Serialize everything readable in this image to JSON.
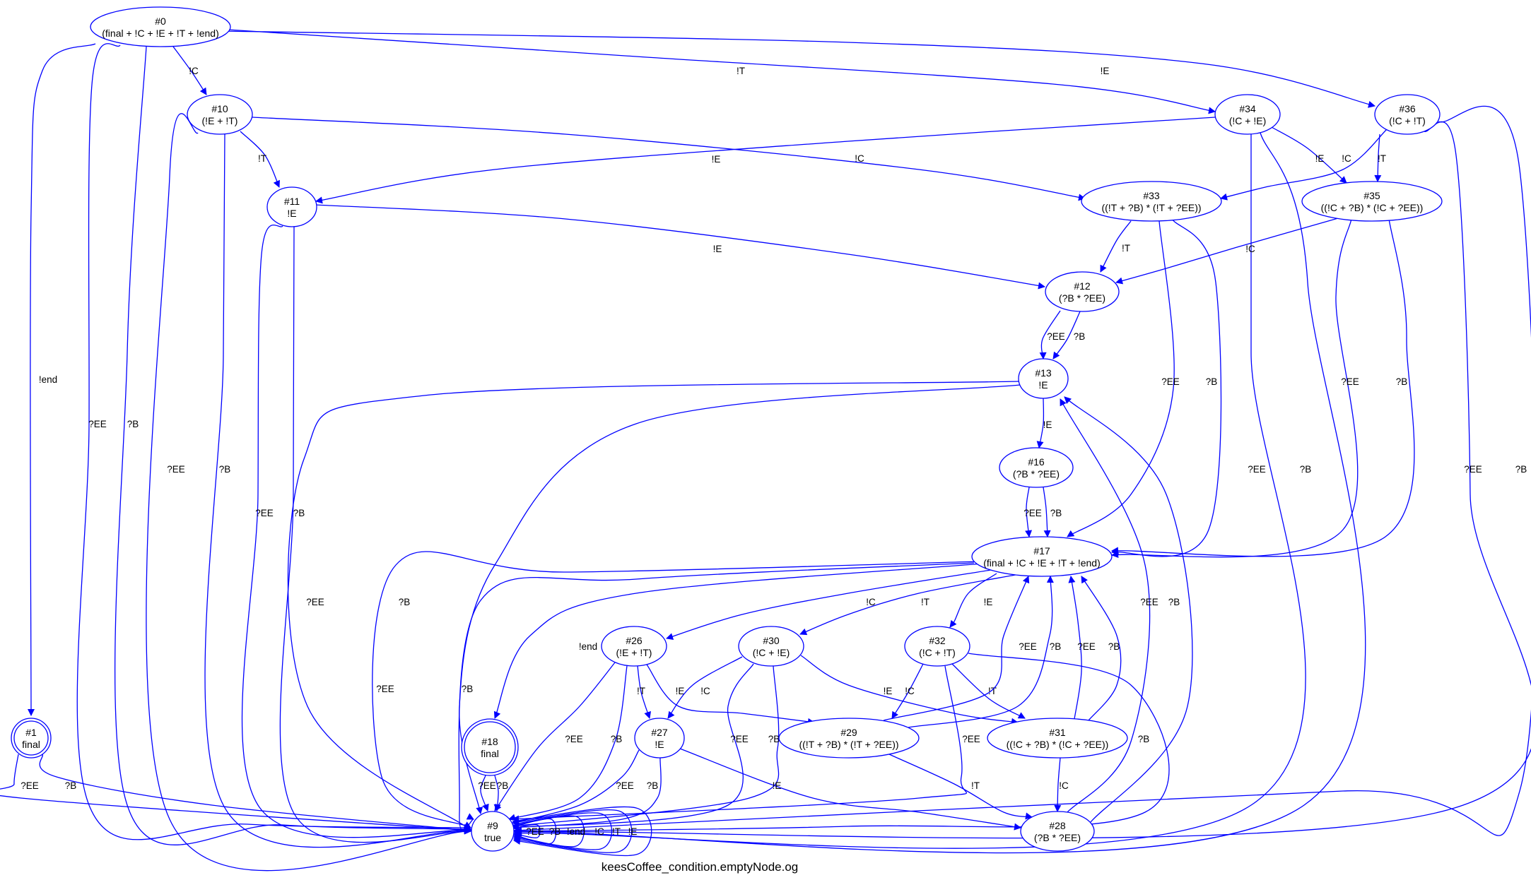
{
  "caption": "keesCoffee_condition.emptyNode.og",
  "colors": {
    "stroke": "#0000ff",
    "text": "#000000",
    "background": "#ffffff"
  },
  "nodes": [
    {
      "key": "n0",
      "id": "#0",
      "label": "(final + !C + !E + !T + !end)"
    },
    {
      "key": "n1",
      "id": "#1",
      "label": "final",
      "final": true
    },
    {
      "key": "n9",
      "id": "#9",
      "label": "true"
    },
    {
      "key": "n10",
      "id": "#10",
      "label": "(!E + !T)"
    },
    {
      "key": "n11",
      "id": "#11",
      "label": "!E"
    },
    {
      "key": "n12",
      "id": "#12",
      "label": "(?B * ?EE)"
    },
    {
      "key": "n13",
      "id": "#13",
      "label": "!E"
    },
    {
      "key": "n16",
      "id": "#16",
      "label": "(?B * ?EE)"
    },
    {
      "key": "n17",
      "id": "#17",
      "label": "(final + !C + !E + !T + !end)"
    },
    {
      "key": "n18",
      "id": "#18",
      "label": "final",
      "final": true
    },
    {
      "key": "n26",
      "id": "#26",
      "label": "(!E + !T)"
    },
    {
      "key": "n27",
      "id": "#27",
      "label": "!E"
    },
    {
      "key": "n28",
      "id": "#28",
      "label": "(?B * ?EE)"
    },
    {
      "key": "n29",
      "id": "#29",
      "label": "((!T + ?B) * (!T + ?EE))"
    },
    {
      "key": "n30",
      "id": "#30",
      "label": "(!C + !E)"
    },
    {
      "key": "n31",
      "id": "#31",
      "label": "((!C + ?B) * (!C + ?EE))"
    },
    {
      "key": "n32",
      "id": "#32",
      "label": "(!C + !T)"
    },
    {
      "key": "n33",
      "id": "#33",
      "label": "((!T + ?B) * (!T + ?EE))"
    },
    {
      "key": "n34",
      "id": "#34",
      "label": "(!C + !E)"
    },
    {
      "key": "n35",
      "id": "#35",
      "label": "((!C + ?B) * (!C + ?EE))"
    },
    {
      "key": "n36",
      "id": "#36",
      "label": "(!C + !T)"
    }
  ],
  "edges": [
    {
      "from": "n0",
      "to": "n1",
      "label": "!end"
    },
    {
      "from": "n0",
      "to": "n9",
      "label": "?EE"
    },
    {
      "from": "n0",
      "to": "n9",
      "label": "?B"
    },
    {
      "from": "n0",
      "to": "n10",
      "label": "!C"
    },
    {
      "from": "n0",
      "to": "n34",
      "label": "!T"
    },
    {
      "from": "n0",
      "to": "n36",
      "label": "!E"
    },
    {
      "from": "n1",
      "to": "n9",
      "label": "?EE"
    },
    {
      "from": "n1",
      "to": "n9",
      "label": "?B"
    },
    {
      "from": "n10",
      "to": "n9",
      "label": "?EE"
    },
    {
      "from": "n10",
      "to": "n9",
      "label": "?B"
    },
    {
      "from": "n10",
      "to": "n11",
      "label": "!T"
    },
    {
      "from": "n10",
      "to": "n33",
      "label": "!E"
    },
    {
      "from": "n11",
      "to": "n9",
      "label": "?EE"
    },
    {
      "from": "n11",
      "to": "n9",
      "label": "?B"
    },
    {
      "from": "n11",
      "to": "n12",
      "label": "!E"
    },
    {
      "from": "n34",
      "to": "n11",
      "label": "!C"
    },
    {
      "from": "n34",
      "to": "n35",
      "label": "!E"
    },
    {
      "from": "n34",
      "to": "n9",
      "label": "?EE"
    },
    {
      "from": "n34",
      "to": "n9",
      "label": "?B"
    },
    {
      "from": "n36",
      "to": "n33",
      "label": "!C"
    },
    {
      "from": "n36",
      "to": "n35",
      "label": "!T"
    },
    {
      "from": "n36",
      "to": "n9",
      "label": "?EE"
    },
    {
      "from": "n36",
      "to": "n9",
      "label": "?B"
    },
    {
      "from": "n33",
      "to": "n12",
      "label": "!T"
    },
    {
      "from": "n33",
      "to": "n17",
      "label": "?EE"
    },
    {
      "from": "n33",
      "to": "n17",
      "label": "?B"
    },
    {
      "from": "n35",
      "to": "n12",
      "label": "!C"
    },
    {
      "from": "n35",
      "to": "n17",
      "label": "?EE"
    },
    {
      "from": "n35",
      "to": "n17",
      "label": "?B"
    },
    {
      "from": "n12",
      "to": "n13",
      "label": "?EE"
    },
    {
      "from": "n12",
      "to": "n13",
      "label": "?B"
    },
    {
      "from": "n13",
      "to": "n16",
      "label": "!E"
    },
    {
      "from": "n13",
      "to": "n9",
      "label": "?EE"
    },
    {
      "from": "n13",
      "to": "n9",
      "label": "?B"
    },
    {
      "from": "n16",
      "to": "n17",
      "label": "?EE"
    },
    {
      "from": "n16",
      "to": "n17",
      "label": "?B"
    },
    {
      "from": "n17",
      "to": "n9",
      "label": "?EE"
    },
    {
      "from": "n17",
      "to": "n9",
      "label": "?B"
    },
    {
      "from": "n17",
      "to": "n18",
      "label": "!end"
    },
    {
      "from": "n17",
      "to": "n26",
      "label": "!C"
    },
    {
      "from": "n17",
      "to": "n30",
      "label": "!T"
    },
    {
      "from": "n17",
      "to": "n32",
      "label": "!E"
    },
    {
      "from": "n18",
      "to": "n9",
      "label": "?EE"
    },
    {
      "from": "n18",
      "to": "n9",
      "label": "?B"
    },
    {
      "from": "n26",
      "to": "n27",
      "label": "!T"
    },
    {
      "from": "n26",
      "to": "n29",
      "label": "!E"
    },
    {
      "from": "n26",
      "to": "n9",
      "label": "?EE"
    },
    {
      "from": "n26",
      "to": "n9",
      "label": "?B"
    },
    {
      "from": "n30",
      "to": "n27",
      "label": "!C"
    },
    {
      "from": "n30",
      "to": "n31",
      "label": "!E"
    },
    {
      "from": "n30",
      "to": "n9",
      "label": "?EE"
    },
    {
      "from": "n30",
      "to": "n9",
      "label": "?B"
    },
    {
      "from": "n32",
      "to": "n29",
      "label": "!C"
    },
    {
      "from": "n32",
      "to": "n31",
      "label": "!T"
    },
    {
      "from": "n32",
      "to": "n9",
      "label": "?EE"
    },
    {
      "from": "n32",
      "to": "n9",
      "label": "?B"
    },
    {
      "from": "n27",
      "to": "n9",
      "label": "?EE"
    },
    {
      "from": "n27",
      "to": "n9",
      "label": "?B"
    },
    {
      "from": "n27",
      "to": "n28",
      "label": "!E"
    },
    {
      "from": "n29",
      "to": "n17",
      "label": "?EE"
    },
    {
      "from": "n29",
      "to": "n17",
      "label": "?B"
    },
    {
      "from": "n29",
      "to": "n28",
      "label": "!T"
    },
    {
      "from": "n31",
      "to": "n17",
      "label": "?EE"
    },
    {
      "from": "n31",
      "to": "n17",
      "label": "?B"
    },
    {
      "from": "n31",
      "to": "n28",
      "label": "!C"
    },
    {
      "from": "n28",
      "to": "n13",
      "label": "?EE"
    },
    {
      "from": "n28",
      "to": "n13",
      "label": "?B"
    },
    {
      "from": "n9",
      "to": "n9",
      "label": "?EE"
    },
    {
      "from": "n9",
      "to": "n9",
      "label": "?B"
    },
    {
      "from": "n9",
      "to": "n9",
      "label": "!end"
    },
    {
      "from": "n9",
      "to": "n9",
      "label": "!C"
    },
    {
      "from": "n9",
      "to": "n9",
      "label": "!T"
    },
    {
      "from": "n9",
      "to": "n9",
      "label": "!E"
    }
  ]
}
